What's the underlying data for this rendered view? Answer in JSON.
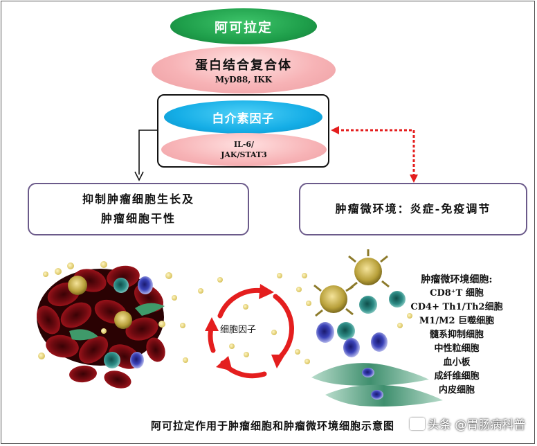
{
  "nodes": {
    "drug": "阿可拉定",
    "complex_title": "蛋白结合复合体",
    "complex_sub": "MyD88, IKK",
    "cytokine": "白介素因子",
    "pathway_line1": "IL-6/",
    "pathway_line2": "JAK/STAT3"
  },
  "effects": {
    "left_line1": "抑制肿瘤细胞生长及",
    "left_line2": "肿瘤细胞干性",
    "right": "肿瘤微环境：炎症-免疫调节"
  },
  "cycle_label": "细胞因子",
  "legend": {
    "title": "肿瘤微环境细胞:",
    "items": [
      "CD8⁺T 细胞",
      "CD4+ Th1/Th2细胞",
      "M1/M2 巨噬细胞",
      "髓系抑制细胞",
      "中性粒细胞",
      "血小板",
      "成纤维细胞",
      "内皮细胞"
    ]
  },
  "caption": "阿可拉定作用于肿瘤细胞和肿瘤微环境细胞示意图",
  "watermark": "头条 @胃肠病科普",
  "colors": {
    "drug": "#1e9e4a",
    "cytokine": "#14ade6",
    "complex": "#f7b3b6",
    "box_border": "#6b5a8a",
    "arrow_red": "#e41e1e"
  }
}
